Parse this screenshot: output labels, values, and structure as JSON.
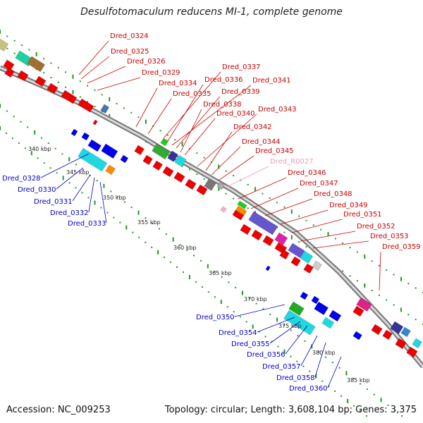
{
  "title": "Desulfotomaculum reducens MI-1, complete genome",
  "footer": {
    "accession": "Accession: NC_009253",
    "topology": "Topology: circular; Length: 3,608,104 bp; Genes: 3,375"
  },
  "scale_labels": [
    "340 kbp",
    "345 kbp",
    "350 kbp",
    "355 kbp",
    "360 kbp",
    "365 kbp",
    "370 kbp",
    "375 kbp",
    "380 kbp",
    "385 kbp"
  ],
  "forward_labels": [
    "Dred_0324",
    "Dred_0325",
    "Dred_0326",
    "Dred_0329",
    "Dred_0334",
    "Dred_0335",
    "Dred_0337",
    "Dred_0336",
    "Dred_0341",
    "Dred_0339",
    "Dred_0338",
    "Dred_0340",
    "Dred_0343",
    "Dred_0342",
    "Dred_0344",
    "Dred_0345",
    "Dred_R0027",
    "Dred_0346",
    "Dred_0347",
    "Dred_0348",
    "Dred_0349",
    "Dred_0351",
    "Dred_0352",
    "Dred_0353",
    "Dred_0359"
  ],
  "reverse_labels": [
    "Dred_0328",
    "Dred_0330",
    "Dred_0331",
    "Dred_0332",
    "Dred_0333",
    "Dred_0350",
    "Dred_0354",
    "Dred_0355",
    "Dred_0356",
    "Dred_0357",
    "Dred_0358",
    "Dred_0360"
  ],
  "colors": {
    "forward_label": "#cc0000",
    "reverse_label": "#0000cc",
    "rna_label": "#ee99bb",
    "backbone": "#9a9a9a",
    "cds": "#ee0000",
    "tick": "#229922"
  }
}
